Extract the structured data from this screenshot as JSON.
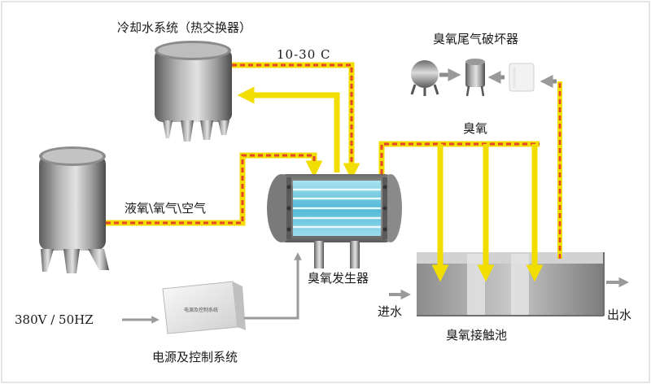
{
  "labels": {
    "cooling": "冷却水系统（热交换器）",
    "temp": "10-30  C",
    "destructor": "臭氧尾气破坏器",
    "ozone": "臭氧",
    "feed_gas": "液氧\\氧气\\空气",
    "generator": "臭氧发生器",
    "power_supply": "380V / 50HZ",
    "power_system": "电源及控制系统",
    "water_in": "进水",
    "water_out": "出水",
    "contact_tank": "臭氧接触池"
  },
  "cabinet_text": "电源及控制系统",
  "colors": {
    "pipe_yellow": "#f2dd00",
    "pipe_red": "#e4452c",
    "arrow_grey": "#999999"
  }
}
